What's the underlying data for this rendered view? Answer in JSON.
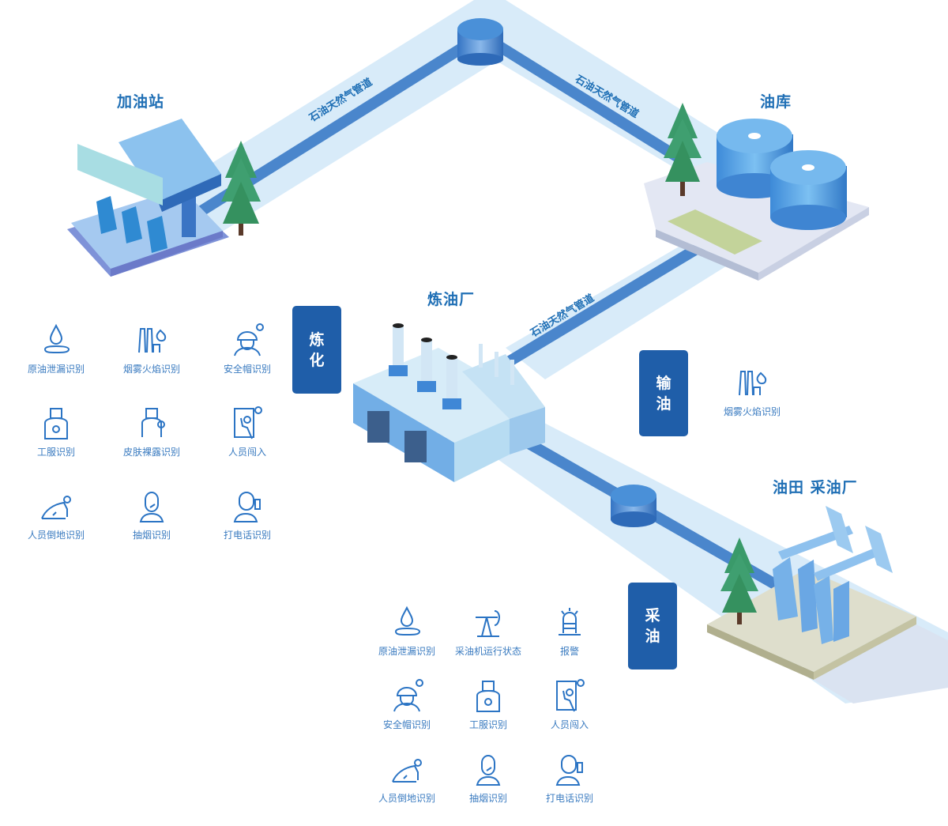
{
  "nodes": {
    "gas_station": {
      "title": "加油站"
    },
    "oil_depot": {
      "title": "油库"
    },
    "refinery": {
      "title": "炼油厂"
    },
    "oilfield": {
      "title": "油田 采油厂"
    }
  },
  "pipelines": [
    {
      "label": "石油天然气管道"
    },
    {
      "label": "石油天然气管道"
    },
    {
      "label": "石油天然气管道"
    }
  ],
  "stages": {
    "refining": {
      "line1": "炼",
      "line2": "化"
    },
    "transport": {
      "line1": "输",
      "line2": "油"
    },
    "extraction": {
      "line1": "采",
      "line2": "油"
    }
  },
  "refining_icons": [
    {
      "icon": "oil-leak-icon",
      "label": "原油泄漏识别"
    },
    {
      "icon": "smoke-fire-icon",
      "label": "烟雾火焰识别"
    },
    {
      "icon": "helmet-icon",
      "label": "安全帽识别"
    },
    {
      "icon": "uniform-icon",
      "label": "工服识别"
    },
    {
      "icon": "skin-exposure-icon",
      "label": "皮肤裸露识别"
    },
    {
      "icon": "intrusion-icon",
      "label": "人员闯入"
    },
    {
      "icon": "fall-down-icon",
      "label": "人员倒地识别"
    },
    {
      "icon": "smoking-icon",
      "label": "抽烟识别"
    },
    {
      "icon": "phone-call-icon",
      "label": "打电话识别"
    }
  ],
  "transport_icons": [
    {
      "icon": "smoke-fire-icon",
      "label": "烟雾火焰识别"
    }
  ],
  "extraction_icons": [
    {
      "icon": "oil-leak-icon",
      "label": "原油泄漏识别"
    },
    {
      "icon": "pumpjack-icon",
      "label": "采油机运行状态"
    },
    {
      "icon": "alarm-icon",
      "label": "报警"
    },
    {
      "icon": "helmet-icon",
      "label": "安全帽识别"
    },
    {
      "icon": "uniform-icon",
      "label": "工服识别"
    },
    {
      "icon": "intrusion-icon",
      "label": "人员闯入"
    },
    {
      "icon": "fall-down-icon",
      "label": "人员倒地识别"
    },
    {
      "icon": "smoking-icon",
      "label": "抽烟识别"
    },
    {
      "icon": "phone-call-icon",
      "label": "打电话识别"
    }
  ],
  "colors": {
    "brand_blue": "#1f5ea9",
    "title_blue": "#1f6fb5",
    "icon_blue": "#2b74c4",
    "pipe_band": "#d6eaf8",
    "pipe": "#4a88cf",
    "tree": "#3a9a6a"
  }
}
